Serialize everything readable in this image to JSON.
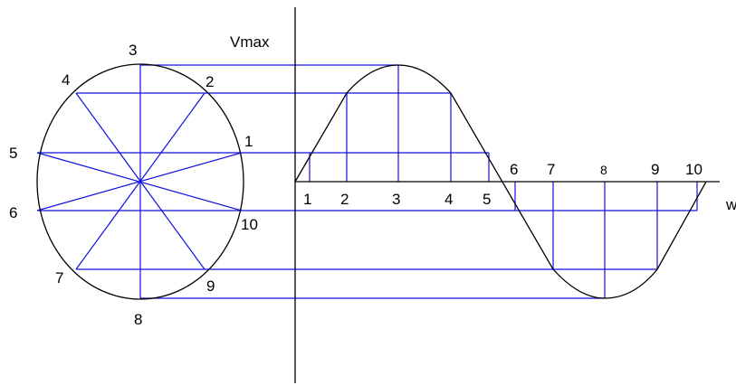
{
  "diagram": {
    "axis_label_vertical": "Vmax",
    "axis_label_horizontal": "w",
    "circle_point_labels": [
      "1",
      "2",
      "3",
      "4",
      "5",
      "6",
      "7",
      "8",
      "9",
      "10"
    ],
    "wave_point_labels": [
      "1",
      "2",
      "3",
      "4",
      "5",
      "6",
      "7",
      "8",
      "9",
      "10"
    ],
    "colors": {
      "construction": "#1010e0",
      "outline": "#000000",
      "background": "#ffffff"
    }
  }
}
